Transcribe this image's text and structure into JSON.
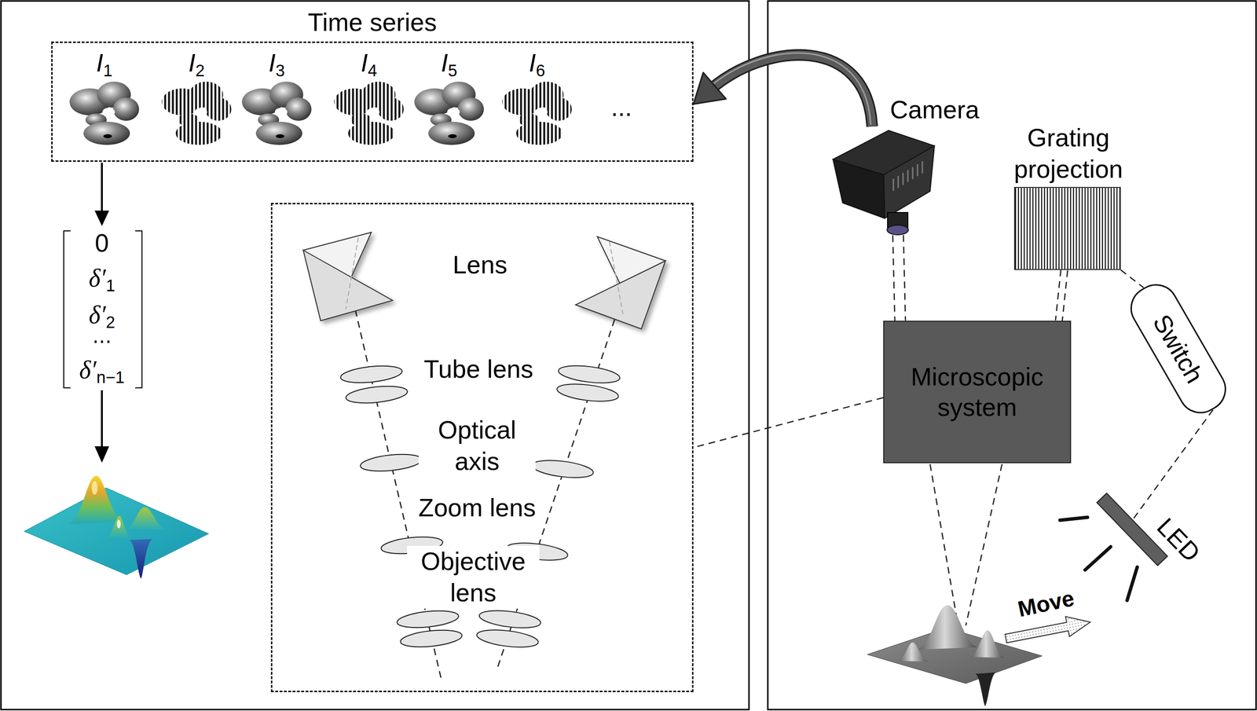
{
  "diagram": {
    "nodes": [
      {
        "text": [
          "Time series"
        ]
      },
      {
        "text": [
          "Lens"
        ]
      },
      {
        "text": [
          "Camera"
        ]
      },
      {
        "text": [
          "Grating projection"
        ]
      },
      {
        "text": [
          "Microscopic system"
        ]
      },
      {
        "text": [
          "Switch"
        ]
      },
      {
        "text": [
          "LED"
        ]
      }
    ],
    "edges": [
      {
        "from": 2,
        "to": 0,
        "arrow": "to"
      },
      {
        "from": 4,
        "to": 1,
        "arrow": "none"
      },
      {
        "from": 2,
        "to": 4,
        "arrow": "none"
      },
      {
        "from": 3,
        "to": 4,
        "arrow": "none"
      },
      {
        "from": 3,
        "to": 5,
        "arrow": "none"
      },
      {
        "from": 5,
        "to": 6,
        "arrow": "none"
      }
    ],
    "labels": [
      "I1",
      "I2",
      "I3",
      "I4",
      "I5",
      "I6",
      "...",
      "0",
      "δ′1",
      "δ′2",
      "⋯",
      "δ′n−1",
      "Tube lens",
      "Optical axis",
      "Zoom lens",
      "Objective lens",
      "Move"
    ]
  }
}
